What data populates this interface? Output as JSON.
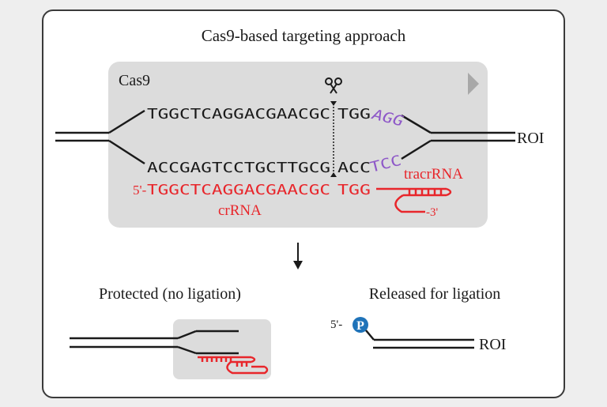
{
  "title": "Cas9-based targeting approach",
  "cas9_label": "Cas9",
  "sequences": {
    "top_strand": "TGGCTCAGGACGAACGC",
    "top_strand_tail": "TGG",
    "top_pam": "AGG",
    "bottom_strand": "ACCGAGTCCTGCTTGCG",
    "bottom_strand_tail": "ACC",
    "bottom_pam": "TCC",
    "crrna_prefix": "5'-",
    "crrna_seq": "TGGCTCAGGACGAACGC",
    "crrna_tail": "TGG"
  },
  "labels": {
    "roi_top": "ROI",
    "tracrrna": "tracrRNA",
    "crrna": "crRNA",
    "three_prime": "-3'",
    "protected": "Protected (no ligation)",
    "released": "Released for ligation",
    "five_prime": "5'-",
    "phosphate": "P",
    "roi_bottom": "ROI"
  },
  "colors": {
    "black": "#1a1a1a",
    "red": "#e8262b",
    "purple": "#8e58c8",
    "gray_box": "#dcdcdc",
    "phosphate_blue": "#1f73b9"
  },
  "icons": {
    "scissors": "scissors-icon",
    "arrow": "down-arrow-icon",
    "play": "play-icon"
  }
}
